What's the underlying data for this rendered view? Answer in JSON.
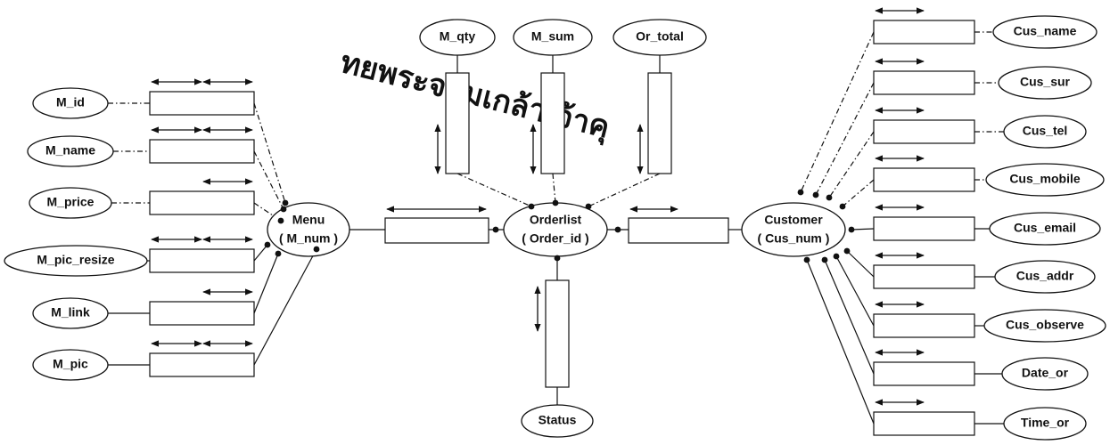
{
  "watermark": {
    "text": "ทยพระจอมเกล้าเจ้าคุ"
  },
  "entities": {
    "menu": {
      "name": "Menu",
      "key": "( M_num )"
    },
    "orderlist": {
      "name": "Orderlist",
      "key": "( Order_id )"
    },
    "customer": {
      "name": "Customer",
      "key": "( Cus_num )"
    }
  },
  "attributes": {
    "menu": [
      "M_id",
      "M_name",
      "M_price",
      "M_pic_resize",
      "M_link",
      "M_pic"
    ],
    "orderlist_top": [
      "M_qty",
      "M_sum",
      "Or_total"
    ],
    "orderlist_bottom": [
      "Status"
    ],
    "customer": [
      "Cus_name",
      "Cus_sur",
      "Cus_tel",
      "Cus_mobile",
      "Cus_email",
      "Cus_addr",
      "Cus_observe",
      "Date_or",
      "Time_or"
    ]
  }
}
